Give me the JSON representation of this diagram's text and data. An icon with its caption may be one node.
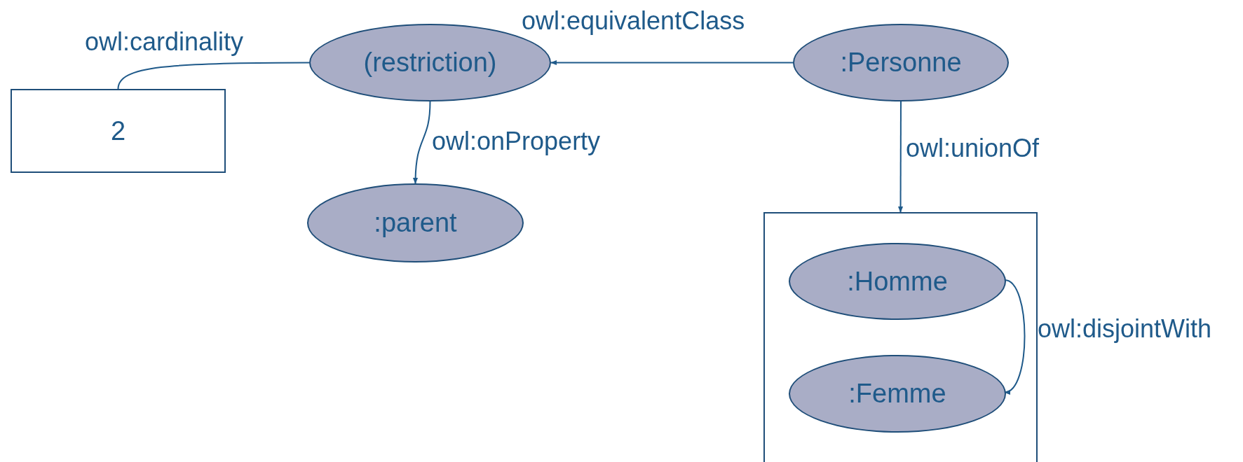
{
  "diagram": {
    "nodes": [
      {
        "text": [
          "(restriction)"
        ]
      },
      {
        "text": [
          ":Personne"
        ]
      },
      {
        "text": [
          "2"
        ]
      },
      {
        "text": [
          ":parent"
        ]
      },
      {
        "text": [],
        "shape": "box"
      },
      {
        "text": [
          ":Homme"
        ],
        "in": 4
      },
      {
        "text": [
          ":Femme"
        ],
        "in": 4
      }
    ],
    "edges": [
      {
        "from": 0,
        "to": 2,
        "arrow": "none",
        "label": "owl:cardinality"
      },
      {
        "from": 1,
        "to": 0,
        "arrow": "to",
        "label": "owl:equivalentClass"
      },
      {
        "from": 0,
        "to": 3,
        "arrow": "to",
        "label": "owl:onProperty"
      },
      {
        "from": 1,
        "to": 4,
        "arrow": "to",
        "label": "owl:unionOf"
      },
      {
        "from": 5,
        "to": 6,
        "arrow": "to",
        "label": "owl:disjointWith"
      }
    ]
  }
}
